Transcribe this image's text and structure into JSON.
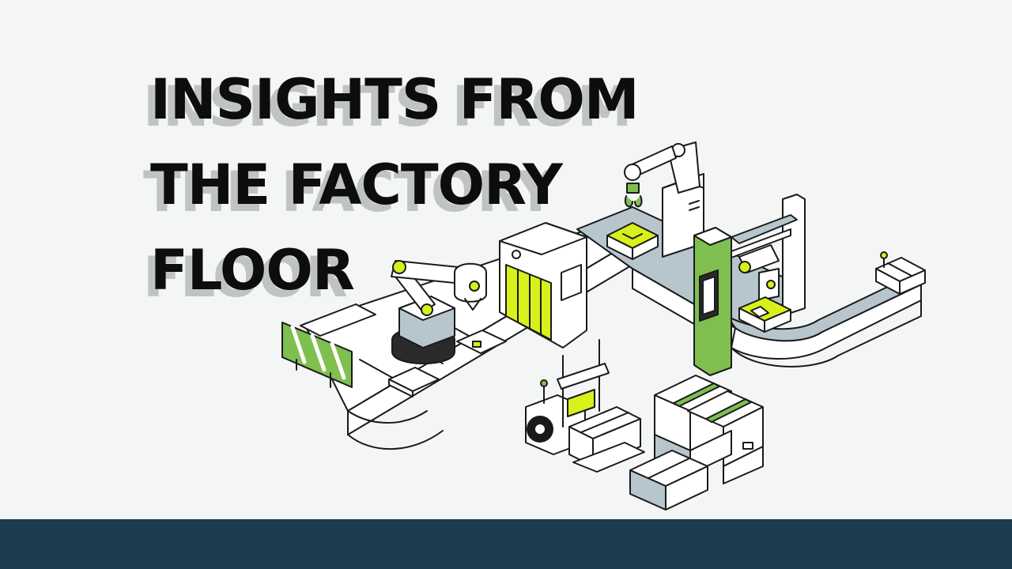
{
  "headline": {
    "line1": "INSIGHTS FROM",
    "line2": "THE FACTORY",
    "line3": "FLOOR"
  },
  "colors": {
    "background": "#f4f6f5",
    "headline_text": "#0d0d0d",
    "headline_shadow": "#bfc4c3",
    "accent_green": "#7fbf50",
    "accent_lime": "#d8f01c",
    "conveyor_slate": "#b6c6cc",
    "footer": "#1b3d4d"
  },
  "illustration": {
    "subject": "isometric-factory-line",
    "icons": [
      "robot-arm-icon",
      "conveyor-belt-icon",
      "forklift-icon",
      "box-icon",
      "scanner-gate-icon",
      "control-terminal-icon"
    ]
  }
}
